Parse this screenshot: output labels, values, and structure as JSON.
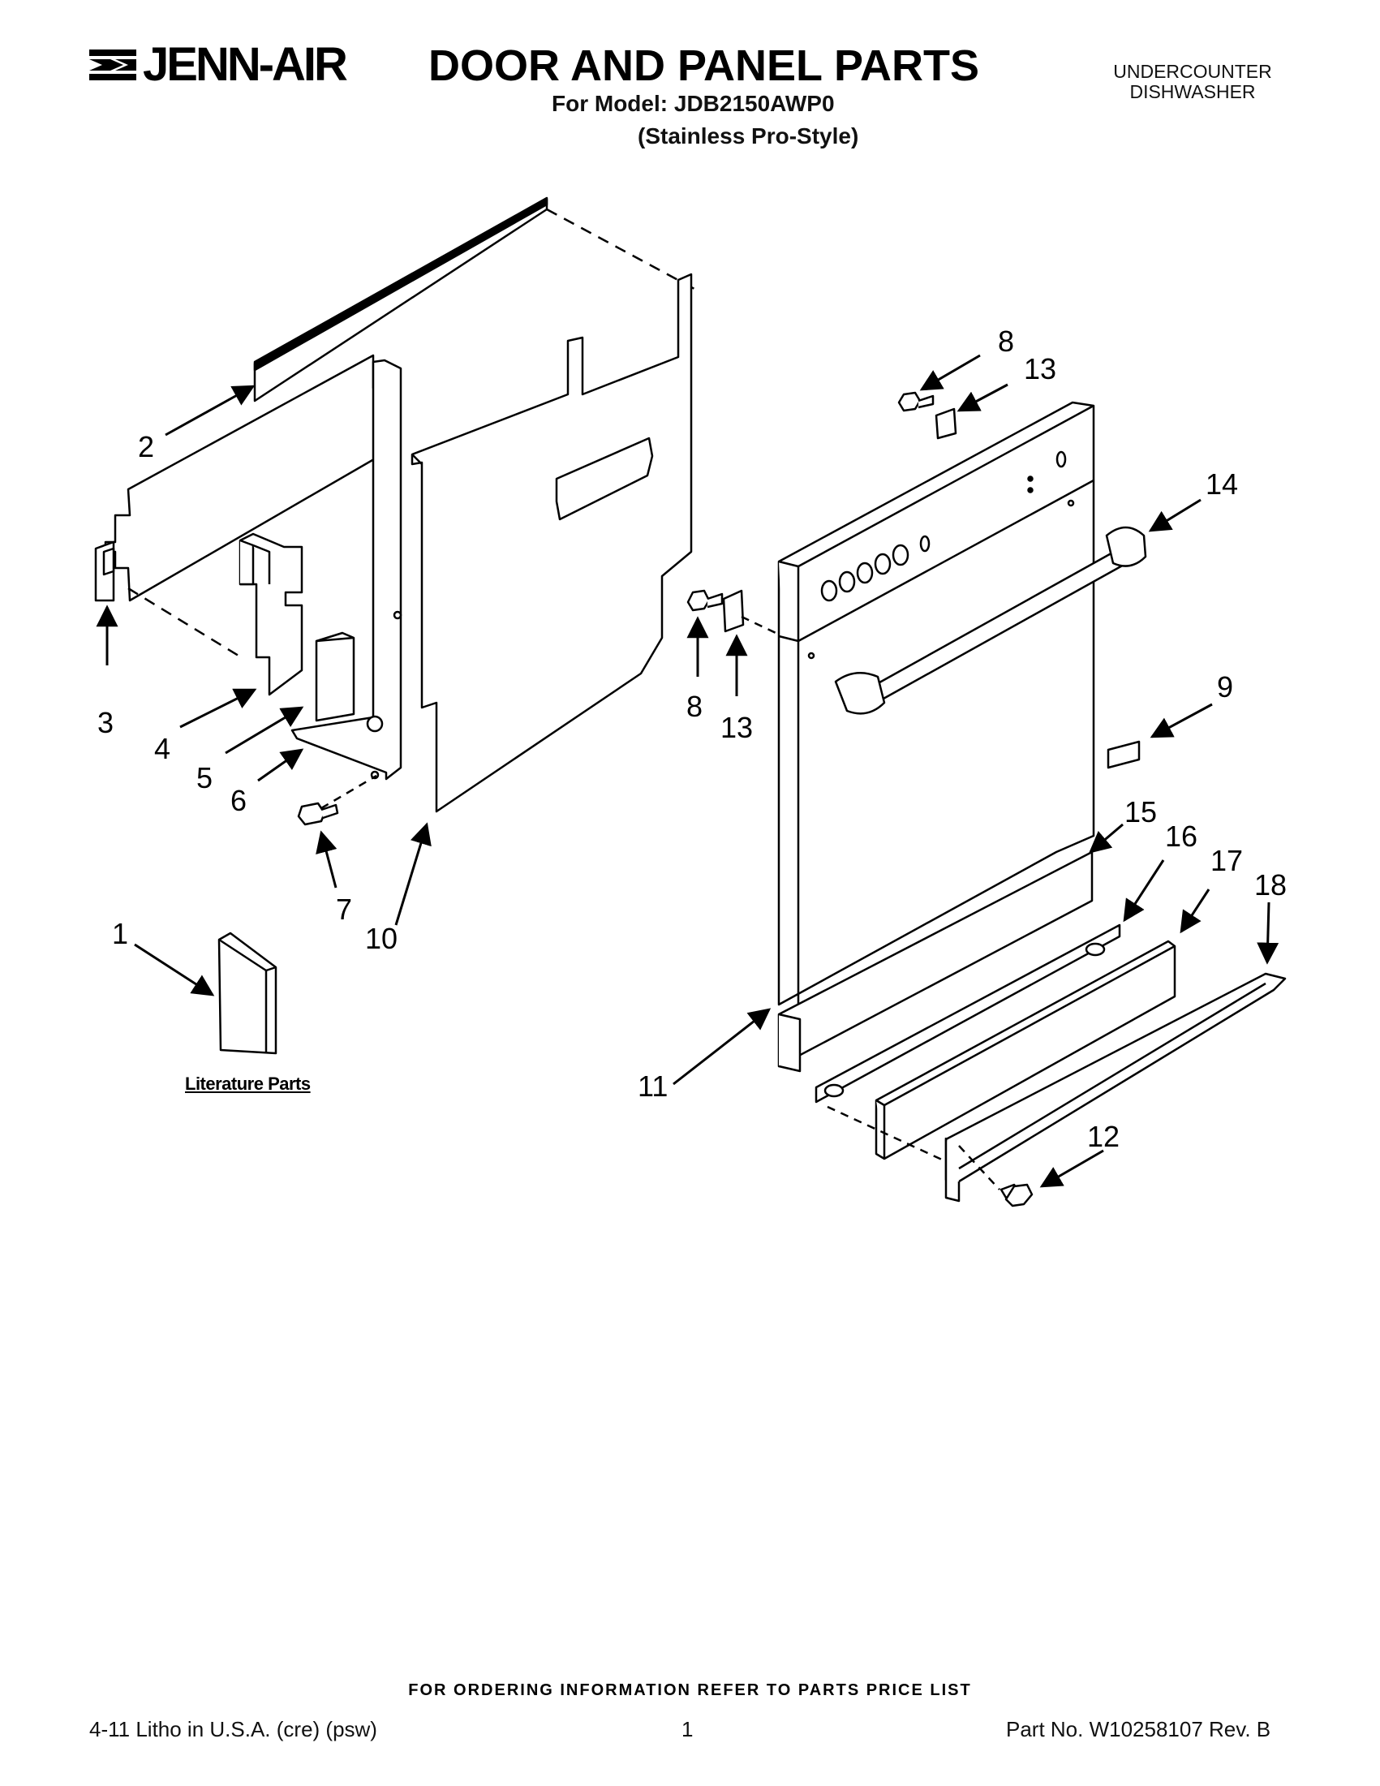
{
  "header": {
    "brand": "JENN-AIR",
    "title": "DOOR AND PANEL PARTS",
    "model_line": "For Model: JDB2150AWP0",
    "style_line": "(Stainless Pro-Style)",
    "category_line1": "UNDERCOUNTER",
    "category_line2": "DISHWASHER"
  },
  "diagram": {
    "callouts": [
      "1",
      "2",
      "3",
      "4",
      "5",
      "6",
      "7",
      "8",
      "8",
      "9",
      "10",
      "11",
      "12",
      "13",
      "13",
      "14",
      "15",
      "16",
      "17",
      "18"
    ],
    "literature_label": "Literature Parts"
  },
  "footer": {
    "ordering_info": "FOR ORDERING INFORMATION REFER TO PARTS PRICE LIST",
    "litho": "4-11 Litho in U.S.A. (cre) (psw)",
    "page_number": "1",
    "part_number": "Part No. W10258107 Rev. B"
  }
}
